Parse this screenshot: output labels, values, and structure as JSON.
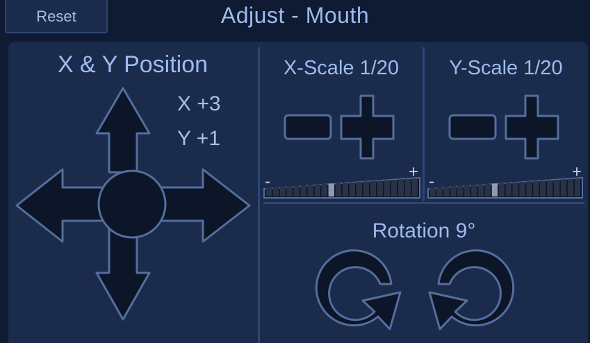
{
  "header": {
    "reset_label": "Reset",
    "title": "Adjust - Mouth"
  },
  "position": {
    "label": "X & Y Position",
    "x_readout": "X +3",
    "y_readout": "Y +1"
  },
  "x_scale": {
    "label": "X-Scale 1/20",
    "value": 1,
    "max": 20,
    "slider_level": 0.45,
    "min_mark": "-",
    "max_mark": "+"
  },
  "y_scale": {
    "label": "Y-Scale 1/20",
    "value": 1,
    "max": 20,
    "slider_level": 0.45,
    "min_mark": "-",
    "max_mark": "+"
  },
  "rotation": {
    "label": "Rotation 9°"
  },
  "colors": {
    "background": "#0f1a33",
    "panel": "#1b2b4c",
    "control_fill": "#0d1528",
    "control_stroke": "#546e9e",
    "text": "#9fbbee",
    "slider_thumb": "#8e9bb6"
  }
}
